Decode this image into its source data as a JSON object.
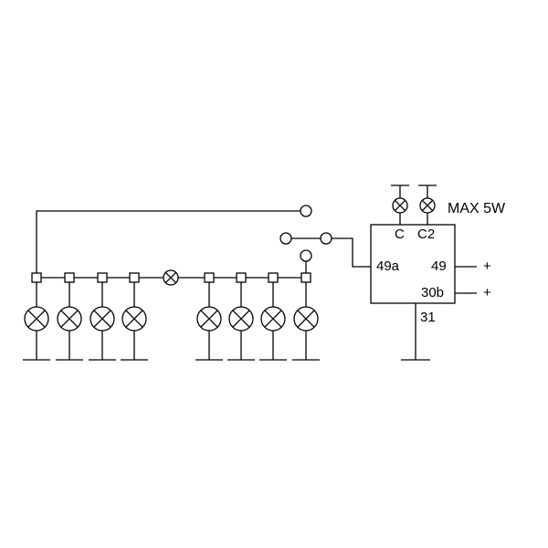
{
  "diagram": {
    "max_rating": "MAX 5W",
    "relay": {
      "terminal_c": "C",
      "terminal_c2": "C2",
      "terminal_49a": "49a",
      "terminal_49": "49",
      "terminal_30b": "30b",
      "terminal_31": "31"
    },
    "supply_49": "+",
    "supply_30b": "+"
  }
}
